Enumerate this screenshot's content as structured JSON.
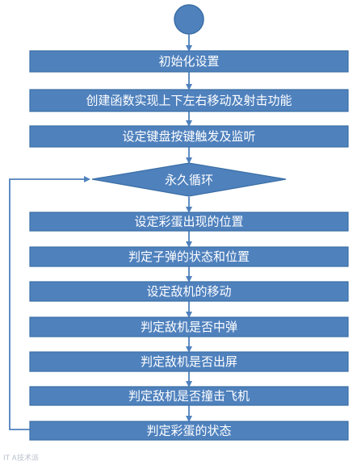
{
  "colors": {
    "box_fill": "#4f81bd",
    "box_stroke": "#3a6ea5",
    "arrow": "#4f81bd",
    "text": "#ffffff"
  },
  "steps": [
    "初始化设置",
    "创建函数实现上下左右移动及射击功能",
    "设定键盘按键触发及监听",
    "永久循环",
    "设定彩蛋出现的位置",
    "判定子弹的状态和位置",
    "设定敌机的移动",
    "判定敌机是否中弹",
    "判定敌机是否出屏",
    "判定敌机是否撞击飞机",
    "判定彩蛋的状态"
  ],
  "watermark": "IT Ꭺ技术派"
}
